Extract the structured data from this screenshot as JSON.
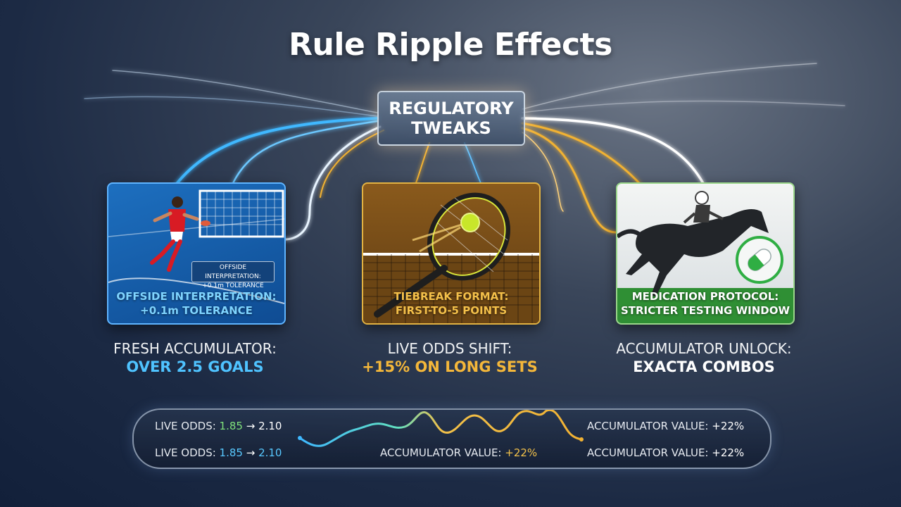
{
  "title": "Rule Ripple Effects",
  "hub": {
    "line1": "REGULATORY",
    "line2": "TWEAKS"
  },
  "cards": [
    {
      "id": "soccer",
      "inset_line1": "OFFSIDE INTERPRETATION:",
      "inset_line2": "+0.1m TOLERANCE",
      "caption_line1": "OFFSIDE INTERPRETATION:",
      "caption_line2": "+0.1m TOLERANCE",
      "caption_color": "#7fd4ff"
    },
    {
      "id": "tennis",
      "caption_line1": "TIEBREAK FORMAT:",
      "caption_line2": "FIRST-TO-5 POINTS",
      "caption_color": "#f4c04a"
    },
    {
      "id": "horse",
      "caption_line1": "MEDICATION PROTOCOL:",
      "caption_line2": "STRICTER TESTING WINDOW",
      "caption_color": "#ffffff"
    }
  ],
  "outcomes": [
    {
      "line1": "FRESH ACCUMULATOR:",
      "line2": "OVER 2.5 GOALS",
      "color": "#4fc3ff"
    },
    {
      "line1": "LIVE ODDS SHIFT:",
      "line2": "+15% ON LONG SETS",
      "color": "#f4b73a"
    },
    {
      "line1": "ACCUMULATOR UNLOCK:",
      "line2": "EXACTA COMBOS",
      "color": "#ffffff"
    }
  ],
  "ticker": {
    "row1_left": {
      "label": "LIVE ODDS: ",
      "from": "1.85",
      "arrow": " → ",
      "to": "2.10"
    },
    "row1_right": {
      "label": "ACCUMULATOR VALUE: ",
      "value": "+22%"
    },
    "row2_left": {
      "label": "LIVE ODDS: ",
      "from": "1.85",
      "arrow": " → ",
      "to": "2.10"
    },
    "row2_mid": {
      "label": "ACCUMULATOR VALUE: ",
      "value": "+22%"
    },
    "row2_right": {
      "label": "ACCUMULATOR VALUE: ",
      "value": "+22%"
    }
  },
  "colors": {
    "blue": "#3fb8ff",
    "gold": "#f2b233",
    "white": "#ffffff",
    "green_pill": "#2fae43"
  }
}
